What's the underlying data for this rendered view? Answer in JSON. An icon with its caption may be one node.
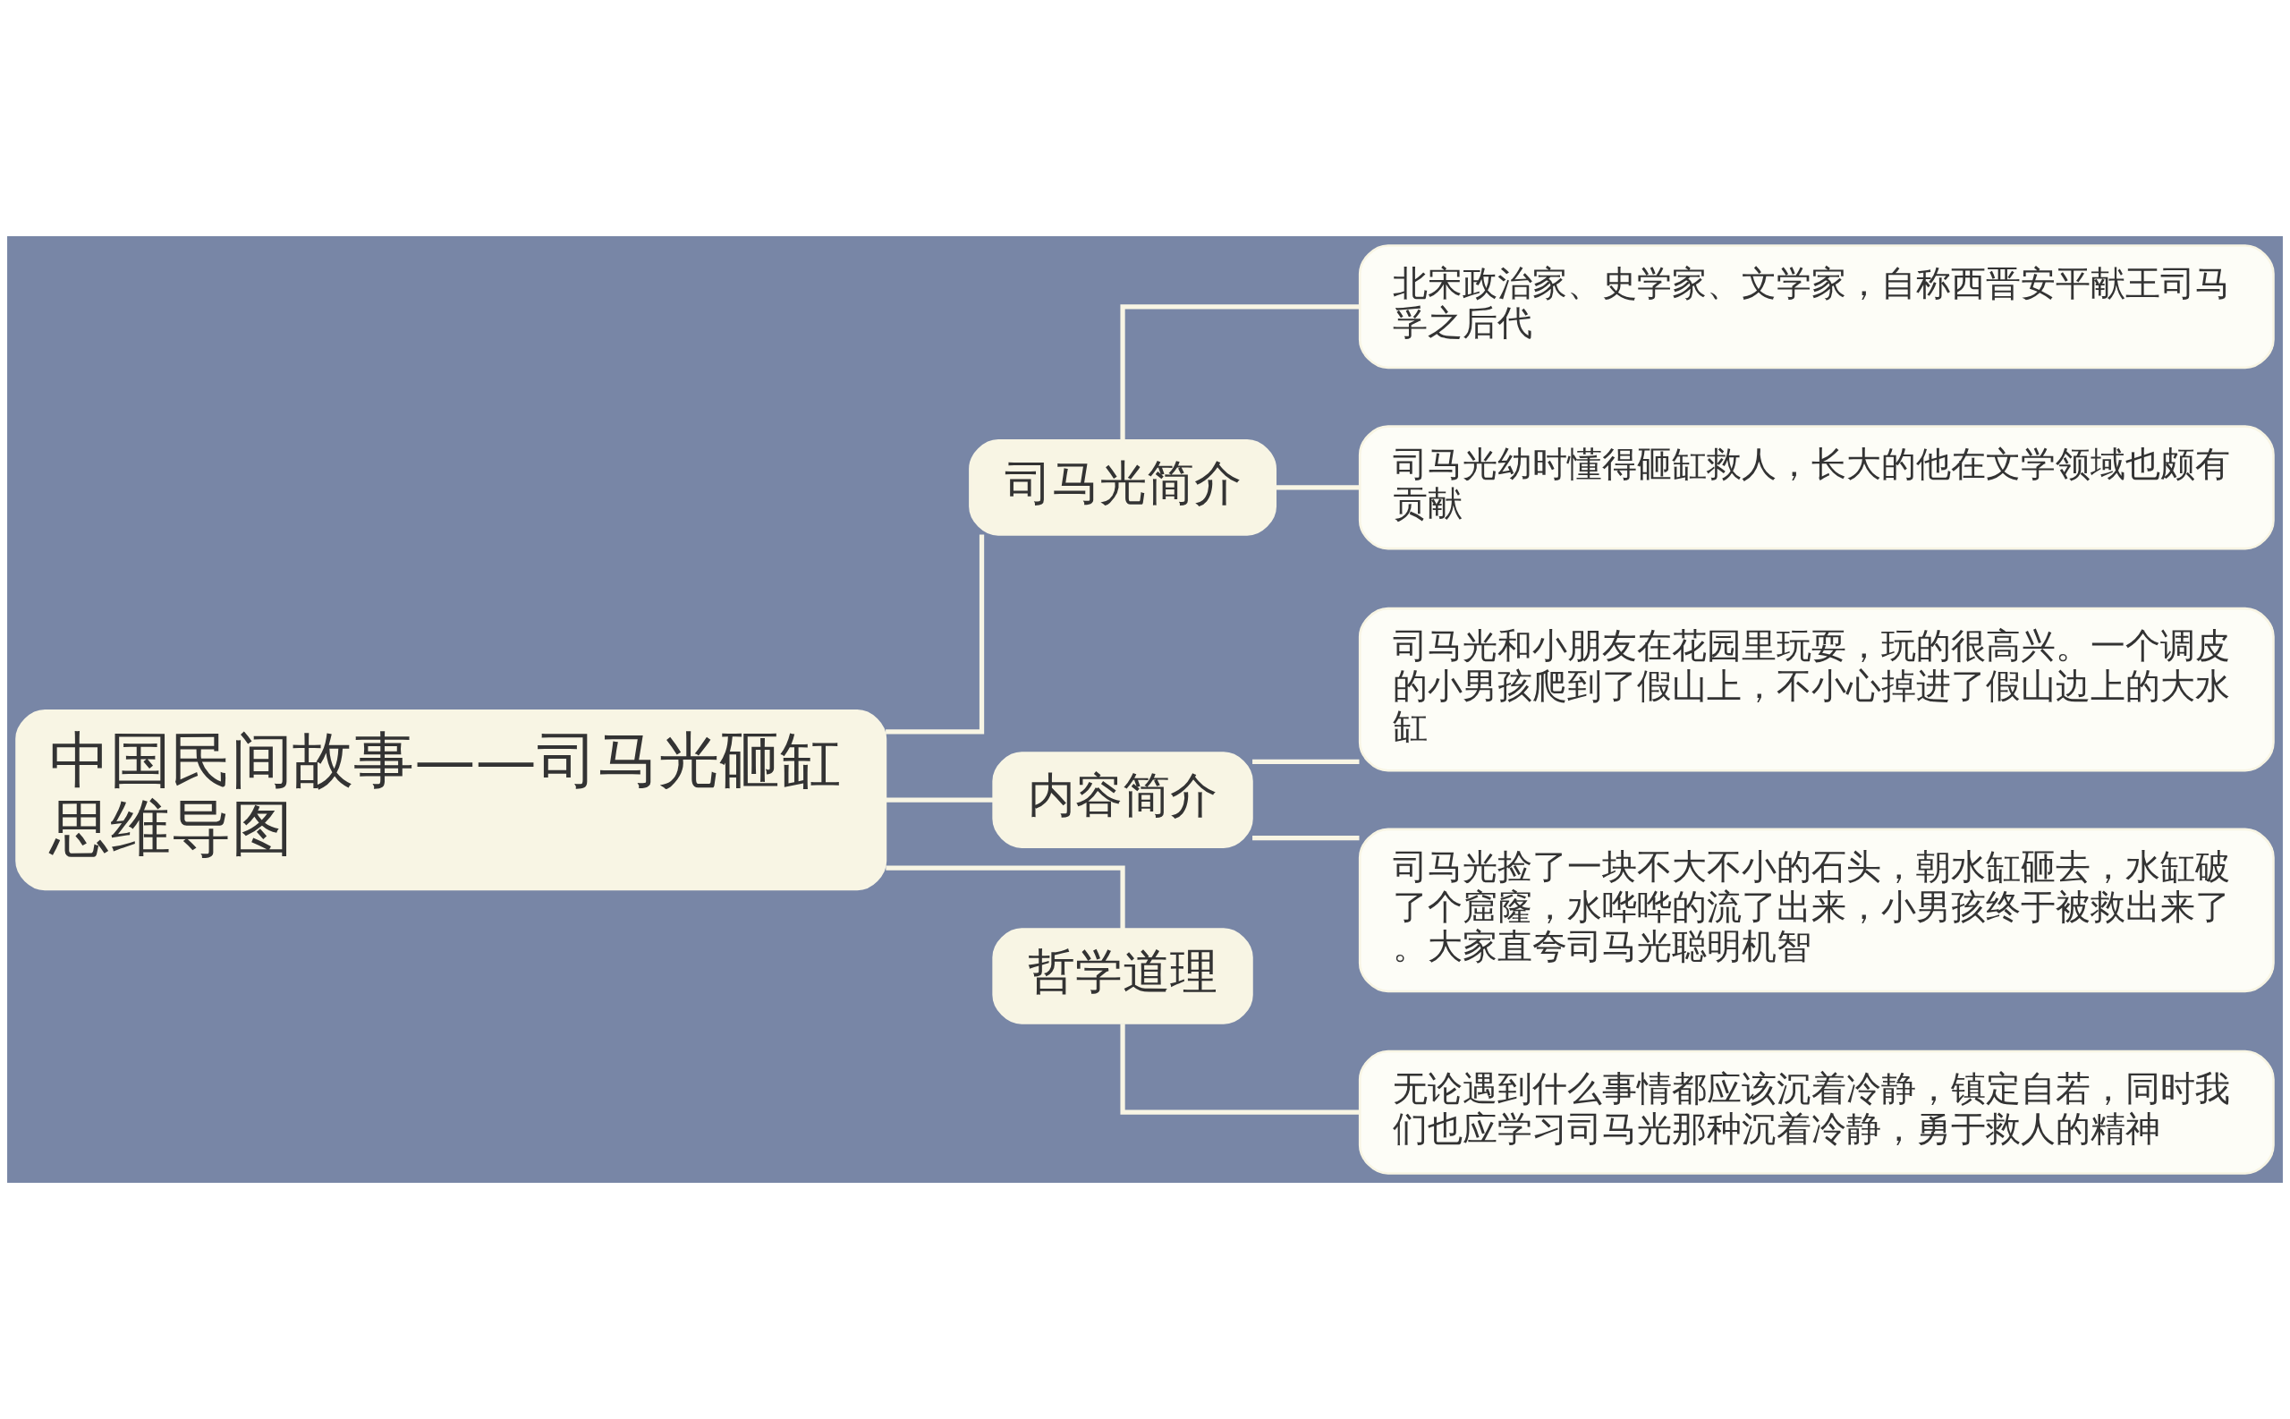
{
  "diagram": {
    "nodes": [
      {
        "text": [
          "中国民间故事——司马光砸缸思维导图"
        ]
      },
      {
        "text": [
          "司马光简介"
        ]
      },
      {
        "text": [
          "北宋政治家、史学家、文学家，自称西晋安平献王司马孚之后代"
        ]
      },
      {
        "text": [
          "司马光幼时懂得砸缸救人，长大的他在文学领域也颇有贡献"
        ]
      },
      {
        "text": [
          "内容简介"
        ]
      },
      {
        "text": [
          "司马光和小朋友在花园里玩耍，玩的很高兴。一个调皮的小男孩爬到了假山上，不小心掉进了假山边上的大水缸"
        ]
      },
      {
        "text": [
          "司马光捡了一块不大不小的石头，朝水缸砸去，水缸破了个窟窿，水哗哗的流了出来，小男孩终于被救出来了。大家直夸司马光聪明机智"
        ]
      },
      {
        "text": [
          "哲学道理"
        ]
      },
      {
        "text": [
          "无论遇到什么事情都应该沉着冷静，镇定自若，同时我们也应学习司马光那种沉着冷静，勇于救人的精神"
        ]
      }
    ],
    "edges": [
      {
        "from": 0,
        "to": 1,
        "arrow": "none"
      },
      {
        "from": 0,
        "to": 4,
        "arrow": "none"
      },
      {
        "from": 0,
        "to": 7,
        "arrow": "none"
      },
      {
        "from": 1,
        "to": 2,
        "arrow": "none"
      },
      {
        "from": 1,
        "to": 3,
        "arrow": "none"
      },
      {
        "from": 4,
        "to": 5,
        "arrow": "none"
      },
      {
        "from": 4,
        "to": 6,
        "arrow": "none"
      },
      {
        "from": 7,
        "to": 8,
        "arrow": "none"
      }
    ]
  }
}
